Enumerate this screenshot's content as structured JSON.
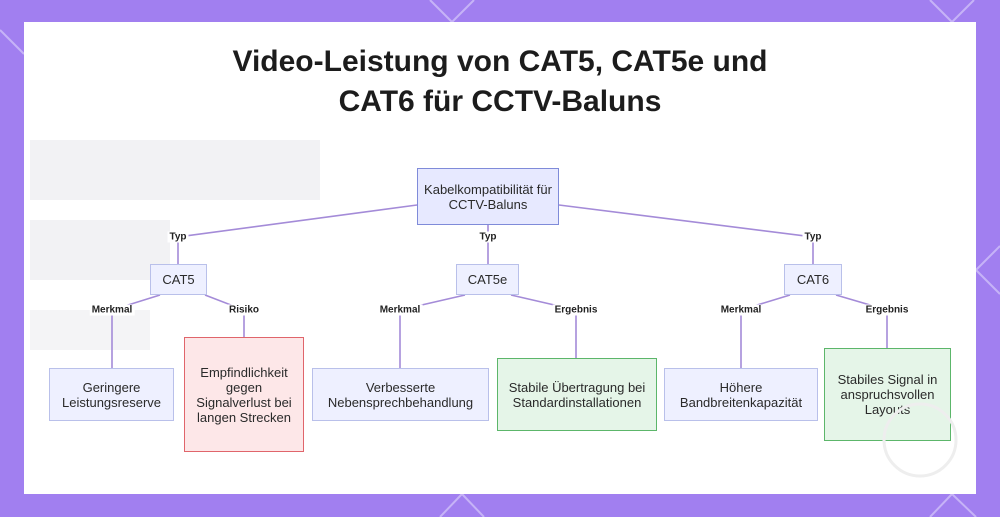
{
  "title": {
    "line1": "Video-Leistung von CAT5, CAT5e und",
    "line2": "CAT6 für CCTV-Baluns"
  },
  "nodes": {
    "root": "Kabelkompatibilität für CCTV-Baluns",
    "cat5": "CAT5",
    "cat5e": "CAT5e",
    "cat6": "CAT6",
    "cat5_feature": "Geringere Leistungsreserve",
    "cat5_risk": "Empfindlichkeit gegen Signalverlust bei langen Strecken",
    "cat5e_feature": "Verbesserte Nebensprechbehandlung",
    "cat5e_result": "Stabile Übertragung bei Standardinstallationen",
    "cat6_feature": "Höhere Bandbreitenkapazität",
    "cat6_result": "Stabiles Signal in anspruchsvollen Layouts"
  },
  "edge_labels": {
    "typ_cat5": "Typ",
    "typ_cat5e": "Typ",
    "typ_cat6": "Typ",
    "cat5_merkmal": "Merkmal",
    "cat5_risiko": "Risiko",
    "cat5e_merkmal": "Merkmal",
    "cat5e_ergebnis": "Ergebnis",
    "cat6_merkmal": "Merkmal",
    "cat6_ergebnis": "Ergebnis"
  },
  "colors": {
    "frame": "#a17ff0",
    "edge": "#a48bd8",
    "node_blue_border": "#7f8bd9",
    "node_red_border": "#e0656b",
    "node_green_border": "#5cb66a"
  }
}
